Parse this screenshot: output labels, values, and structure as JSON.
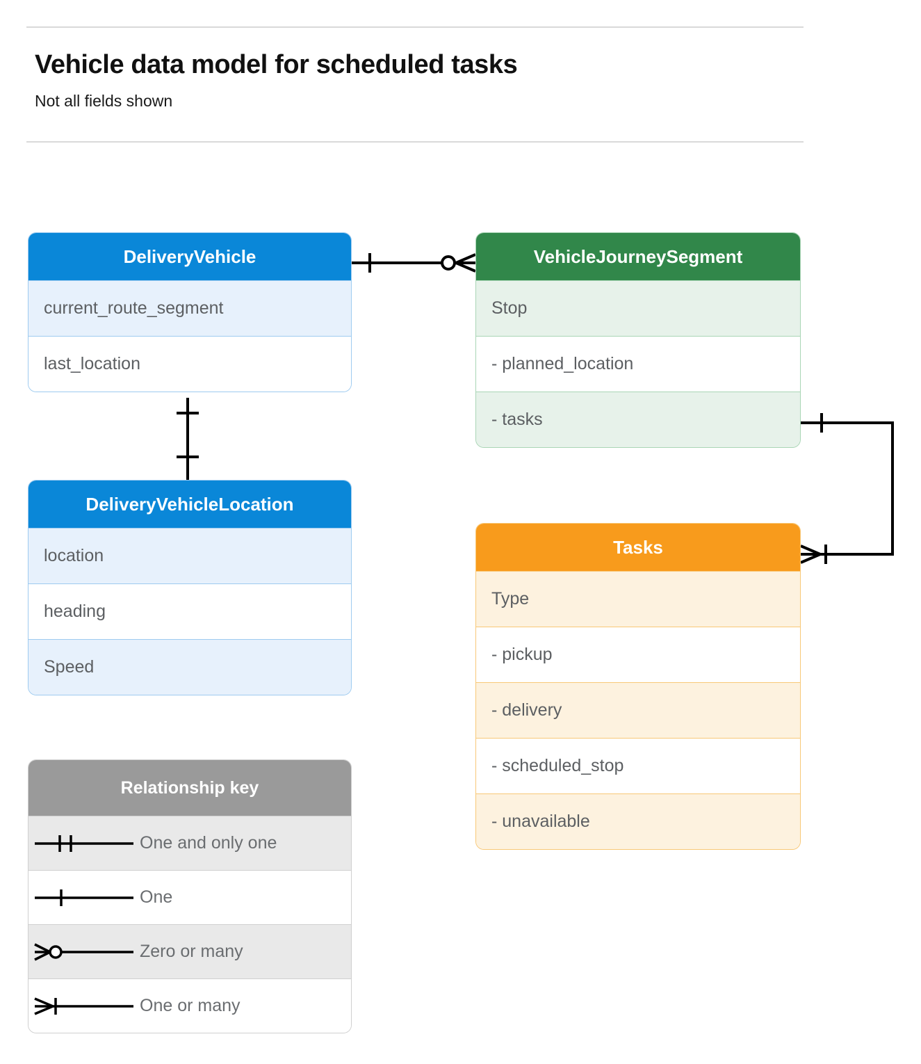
{
  "header": {
    "title": "Vehicle data model for scheduled tasks",
    "subtitle": "Not all fields shown"
  },
  "colors": {
    "blue_header": "#0a87d8",
    "blue_tint": "#e7f1fc",
    "blue_border": "#9ecbf0",
    "green_header": "#31874a",
    "green_tint": "#e7f2ea",
    "green_border": "#a9d5b5",
    "orange_header": "#f89b1c",
    "orange_tint": "#fdf2df",
    "orange_border": "#f8c877",
    "gray_header": "#9a9a9a",
    "gray_tint": "#e9e9e9",
    "gray_border": "#cfcfcf",
    "line": "#000000",
    "rule": "#d9d9d9",
    "field_text": "#5c5f62"
  },
  "entities": {
    "delivery_vehicle": {
      "title": "DeliveryVehicle",
      "fields": [
        {
          "label": "current_route_segment"
        },
        {
          "label": "last_location"
        }
      ]
    },
    "vehicle_journey_segment": {
      "title": "VehicleJourneySegment",
      "fields": [
        {
          "label": "Stop"
        },
        {
          "label": "-  planned_location"
        },
        {
          "label": "- tasks"
        }
      ]
    },
    "delivery_vehicle_location": {
      "title": "DeliveryVehicleLocation",
      "fields": [
        {
          "label": "location"
        },
        {
          "label": "heading"
        },
        {
          "label": "Speed"
        }
      ]
    },
    "tasks": {
      "title": "Tasks",
      "fields": [
        {
          "label": "Type"
        },
        {
          "label": "-  pickup"
        },
        {
          "label": "-  delivery"
        },
        {
          "label": "-  scheduled_stop"
        },
        {
          "label": "-  unavailable"
        }
      ]
    }
  },
  "legend": {
    "title": "Relationship key",
    "items": [
      {
        "symbol": "one-and-only-one",
        "label": "One and only one"
      },
      {
        "symbol": "one",
        "label": "One"
      },
      {
        "symbol": "zero-or-many",
        "label": "Zero or many"
      },
      {
        "symbol": "one-or-many",
        "label": "One or many"
      }
    ]
  },
  "relationships": [
    {
      "from": "DeliveryVehicle",
      "to": "VehicleJourneySegment",
      "from_cardinality": "one",
      "to_cardinality": "zero-or-many"
    },
    {
      "from": "DeliveryVehicle",
      "to": "DeliveryVehicleLocation",
      "from_cardinality": "one",
      "to_cardinality": "one"
    },
    {
      "from": "VehicleJourneySegment",
      "to": "Tasks",
      "from_cardinality": "one",
      "to_cardinality": "one-or-many"
    }
  ]
}
